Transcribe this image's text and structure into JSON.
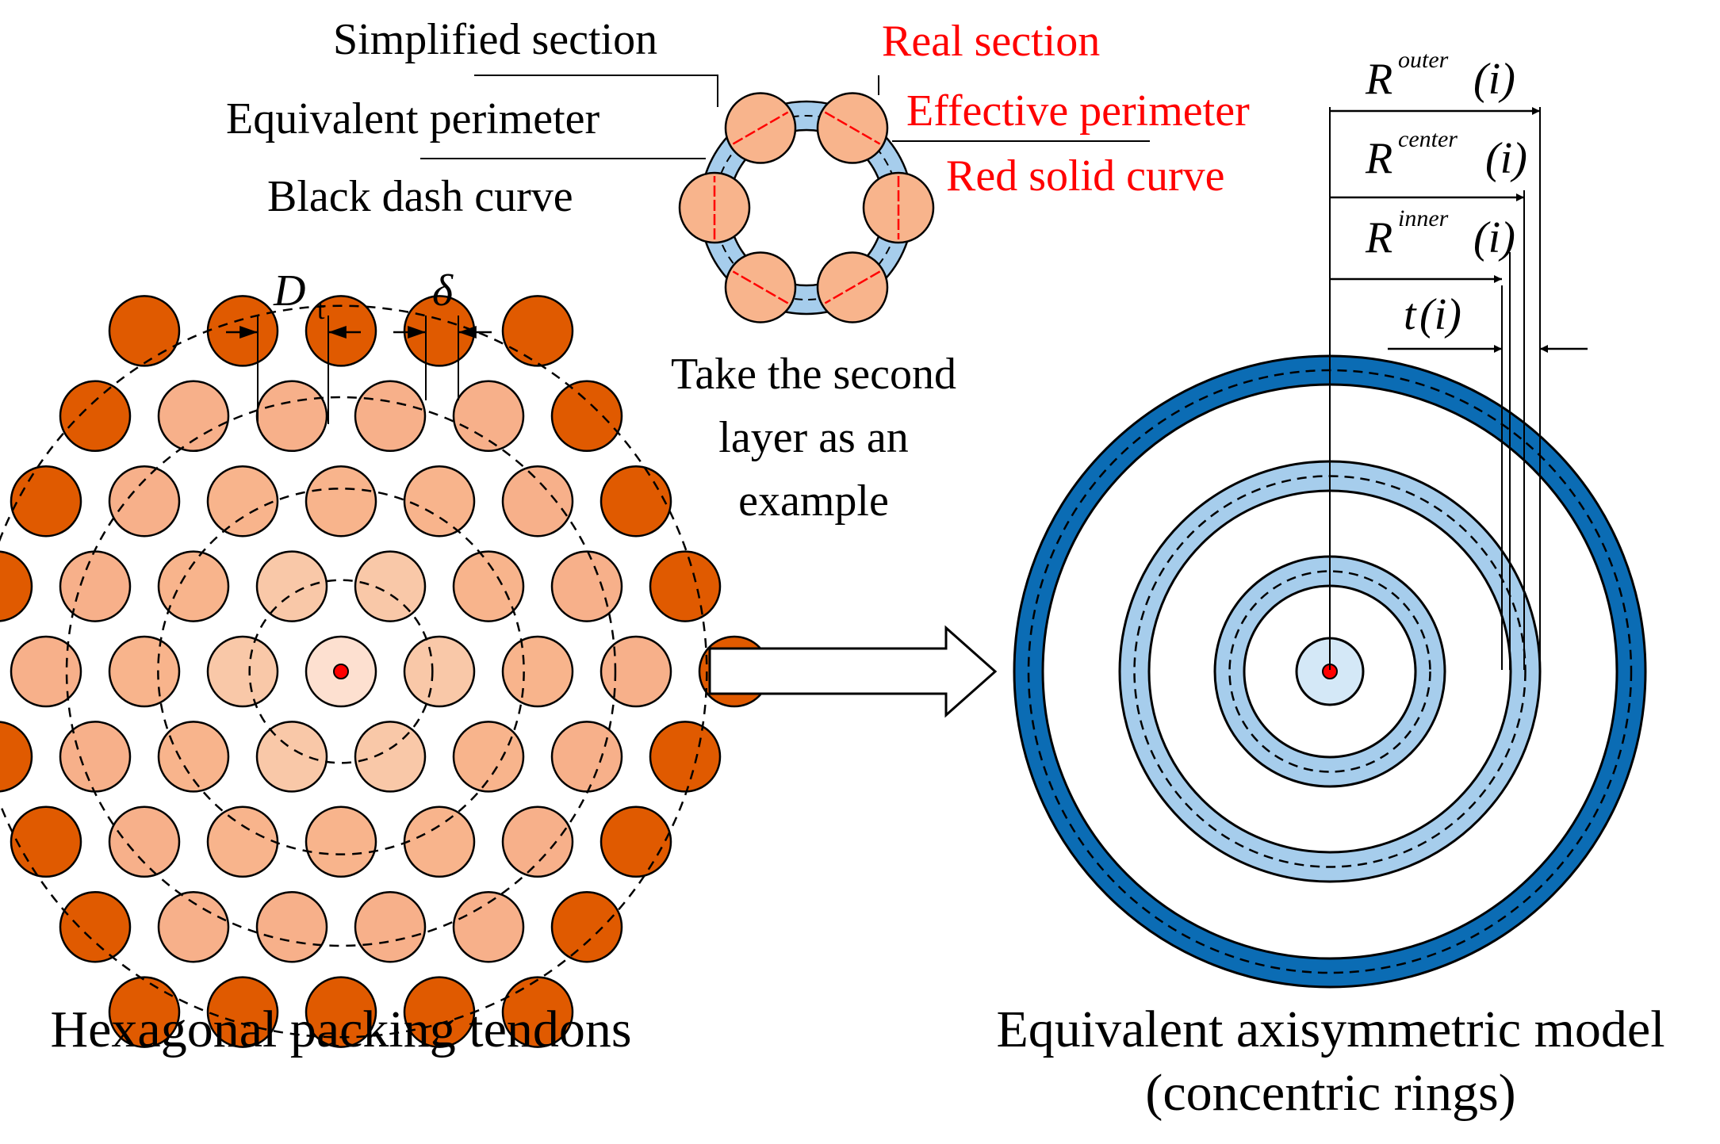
{
  "labels": {
    "simplified_section": "Simplified section",
    "equivalent_perimeter": "Equivalent perimeter",
    "black_dash_curve": "Black dash curve",
    "real_section": "Real section",
    "effective_perimeter": "Effective perimeter",
    "red_solid_curve": "Red solid curve",
    "take_line1": "Take the second",
    "take_line2": "layer as an",
    "take_line3": "example",
    "hex_caption": "Hexagonal packing tendons",
    "model_caption_line1": "Equivalent axisymmetric model",
    "model_caption_line2": "(concentric rings)"
  },
  "symbols": {
    "D": "D",
    "D_sub": "t",
    "delta": "δ",
    "R": "R",
    "outer_sup": "outer",
    "center_sup": "center",
    "inner_sup": "inner",
    "index": "(i)",
    "t": "t",
    "t_index": "(i)"
  },
  "colors": {
    "outer_tendon": "#e05a00",
    "tendon_light": "#f8b48c",
    "tendon_lighter": "#f9c8a8",
    "tendon_center": "#fde0d0",
    "ring_dark": "#0b6cb4",
    "ring_light": "#a6cdec",
    "ring_center": "#d4e8f7",
    "red": "#ff0000"
  }
}
